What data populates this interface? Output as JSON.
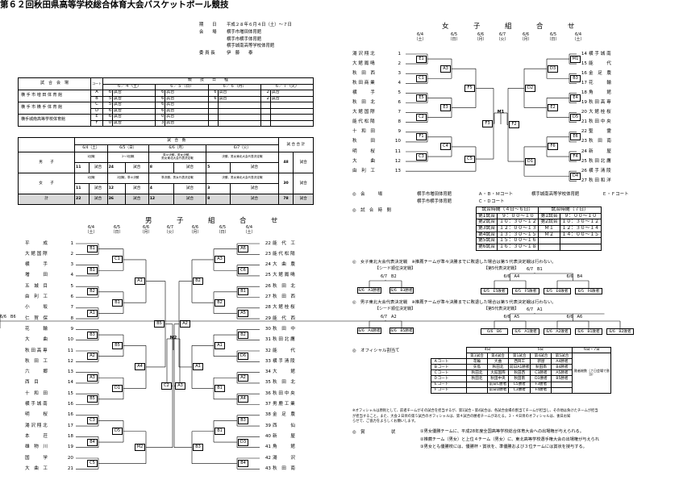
{
  "title": "第６２回秋田県高等学校総合体育大会バスケットボール競技",
  "info": [
    {
      "k": "期　　日",
      "v": "平成２８年６月４日（土）～７日"
    },
    {
      "k": "会　　場",
      "v": "横手市増田体育館"
    },
    {
      "k": "",
      "v": "横手市横手体育館"
    },
    {
      "k": "",
      "v": "横手城南高等学校体育館"
    },
    {
      "k": "委 員 長",
      "v": "伊　藤　　泰"
    }
  ],
  "schedule": {
    "venue_header": "試　合　会　場",
    "court_header": "コート",
    "period_header": "競　　技　　日　　程",
    "days": [
      "６／４（土）",
      "６／５（日）",
      "６／６（月）",
      "６／７（火）"
    ],
    "venues": [
      "横 手 市 増 田 体 育 館",
      "横 手 市 横 手 体 育 館",
      "横手城南高等学校体育館"
    ],
    "rows": [
      {
        "court": "A",
        "c": [
          "6",
          "試合",
          "6",
          "試合",
          "6",
          "試合",
          "2",
          "試合"
        ]
      },
      {
        "court": "B",
        "c": [
          "5",
          "試合",
          "6",
          "試合",
          "6",
          "試合",
          "2",
          "試合"
        ]
      },
      {
        "court": "C",
        "c": [
          "5",
          "試合",
          "6",
          "試合",
          "",
          "",
          "",
          ""
        ]
      },
      {
        "court": "D",
        "c": [
          "6",
          "試合",
          "6",
          "試合",
          "",
          "",
          "",
          ""
        ]
      },
      {
        "court": "E",
        "c": [
          "6",
          "試合",
          "0",
          "試合",
          "",
          "",
          "",
          ""
        ]
      },
      {
        "court": "F",
        "c": [
          "0",
          "試合",
          "3",
          "試合",
          "",
          "",
          "",
          ""
        ]
      }
    ],
    "final": "M",
    "final_n": "2",
    "final_unit": "試合"
  },
  "stats": {
    "header": "試　合　数",
    "days": [
      "6/4（土）",
      "6/5（日）",
      "6/6（月）",
      "6/7（火）"
    ],
    "total_header": "試 合 合 計",
    "rows": [
      {
        "label": "男　　子",
        "desc": [
          "1回戦",
          "2～3回戦",
          "準々決勝，男女決勝，\n男女東北大会代表決定戦",
          "決勝，男女東北大会代表決定戦"
        ],
        "n": [
          "11",
          "24",
          "8",
          "5"
        ],
        "total": "48"
      },
      {
        "label": "女　　子",
        "desc": [
          "1回戦",
          "2回戦，準々決勝",
          "準決勝，男女代表決定戦",
          "決勝，男女東北大会代表決定戦"
        ],
        "n": [
          "11",
          "12",
          "4",
          "3"
        ],
        "total": "30"
      },
      {
        "label": "計",
        "n": [
          "22",
          "36",
          "12",
          "8"
        ],
        "total": "78"
      }
    ],
    "unit": "試合"
  },
  "boys": {
    "title": "男　子　組　合　せ",
    "dates": [
      {
        "d": "6/4",
        "w": "（土）"
      },
      {
        "d": "6/5",
        "w": "（日）"
      },
      {
        "d": "6/6",
        "w": "（月）"
      },
      {
        "d": "6/7",
        "w": "（火）"
      },
      {
        "d": "6/6",
        "w": "（月）"
      },
      {
        "d": "6/5",
        "w": "（日）"
      },
      {
        "d": "6/4",
        "w": "（土）"
      }
    ],
    "left": [
      {
        "name": "平　　　成",
        "n": "1"
      },
      {
        "name": "大 館 国 際",
        "n": "2"
      },
      {
        "name": "横　　　手",
        "n": "3"
      },
      {
        "name": "増　　　田",
        "n": "4"
      },
      {
        "name": "五　城　目",
        "n": "5"
      },
      {
        "name": "由　利　工",
        "n": "6"
      },
      {
        "name": "小　　　坂",
        "n": "7"
      },
      {
        "name": "仁　賀　保",
        "n": "8"
      },
      {
        "name": "花　　　輪",
        "n": "9"
      },
      {
        "name": "大　　　曲",
        "n": "10"
      },
      {
        "name": "秋 田 高 専",
        "n": "11"
      },
      {
        "name": "秋　田　工",
        "n": "12"
      },
      {
        "name": "六　　　郷",
        "n": "13"
      },
      {
        "name": "西　目",
        "n": "14"
      },
      {
        "name": "十　和　田",
        "n": "15"
      },
      {
        "name": "横 手 城 南",
        "n": "16"
      },
      {
        "name": "明　　　桜",
        "n": "16"
      },
      {
        "name": "湯 沢 翔 北",
        "n": "17"
      },
      {
        "name": "本　　　荘",
        "n": "18"
      },
      {
        "name": "雄　物　川",
        "n": "19"
      },
      {
        "name": "国　　　学",
        "n": "20"
      },
      {
        "name": "大　曲　工",
        "n": "21"
      }
    ],
    "right": [
      {
        "n": "22",
        "name": "能　代　工"
      },
      {
        "n": "23",
        "name": "能 代 松 陽"
      },
      {
        "n": "24",
        "name": "大　曲　農"
      },
      {
        "n": "25",
        "name": "大 館 鳳 鳴"
      },
      {
        "n": "26",
        "name": "秋　田　北"
      },
      {
        "n": "27",
        "name": "秋　田　西"
      },
      {
        "n": "28",
        "name": "大 館 桂 桜"
      },
      {
        "n": "29",
        "name": "能　代　西"
      },
      {
        "n": "30",
        "name": "秋　田　中"
      },
      {
        "n": "31",
        "name": "秋 田 北 鷹"
      },
      {
        "n": "32",
        "name": "能　　　代"
      },
      {
        "n": "33",
        "name": "横 手 清 陵"
      },
      {
        "n": "34",
        "name": "大　　　館"
      },
      {
        "n": "35",
        "name": "秋　田　北"
      },
      {
        "n": "36",
        "name": "秋 田 中 央"
      },
      {
        "n": "37",
        "name": "男 鹿 工 業"
      },
      {
        "n": "38",
        "name": "金　足　農"
      },
      {
        "n": "39",
        "name": "西　　　仙"
      },
      {
        "n": "40",
        "name": "新　　　屋"
      },
      {
        "n": "41",
        "name": "角　　　館"
      },
      {
        "n": "42",
        "name": "湯　　　沢"
      },
      {
        "n": "43",
        "name": "秋　田　南"
      }
    ],
    "codes": [
      "B1",
      "B1",
      "B2",
      "A1",
      "B3",
      "A2",
      "A3",
      "B5",
      "C3",
      "B4",
      "C5",
      "C1",
      "B1",
      "B5",
      "D1",
      "D5",
      "A1",
      "A4",
      "M2",
      "B5",
      "C2",
      "A6",
      "C6",
      "B1",
      "A5",
      "B2",
      "D6",
      "A2",
      "A4",
      "B3",
      "D3",
      "B4",
      "A3",
      "B2",
      "A1"
    ]
  },
  "girls": {
    "title": "女　子　組　合　せ",
    "dates": [
      {
        "d": "6/4",
        "w": "（土）"
      },
      {
        "d": "6/5",
        "w": "（日）"
      },
      {
        "d": "6/6",
        "w": "（月）"
      },
      {
        "d": "6/7",
        "w": "（火）"
      },
      {
        "d": "6/6",
        "w": "（月）"
      },
      {
        "d": "6/5",
        "w": "（日）"
      },
      {
        "d": "6/4",
        "w": "（土）"
      }
    ],
    "left": [
      {
        "name": "湯 沢 翔 北",
        "n": "1"
      },
      {
        "name": "大 館 鳳 鳴",
        "n": "2"
      },
      {
        "name": "秋　田　西",
        "n": "3"
      },
      {
        "name": "秋 田 商 業",
        "n": "4"
      },
      {
        "name": "横　　　手",
        "n": "5"
      },
      {
        "name": "秋　田　北",
        "n": "6"
      },
      {
        "name": "大 館 国 際",
        "n": "7"
      },
      {
        "name": "能 代 松 陽",
        "n": "8"
      },
      {
        "name": "十　和　田",
        "n": "9"
      },
      {
        "name": "秋　　　田",
        "n": "10"
      },
      {
        "name": "明　　　桜",
        "n": "11"
      },
      {
        "name": "大　　　曲",
        "n": "12"
      },
      {
        "name": "由　利　工",
        "n": "13"
      }
    ],
    "right": [
      {
        "n": "14",
        "name": "横 手 城 南"
      },
      {
        "n": "15",
        "name": "能　　　代"
      },
      {
        "n": "16",
        "name": "金　足　農"
      },
      {
        "n": "17",
        "name": "花　　　輪"
      },
      {
        "n": "18",
        "name": "角　　　館"
      },
      {
        "n": "19",
        "name": "秋 田 高 専"
      },
      {
        "n": "20",
        "name": "大 館 桂 桜"
      },
      {
        "n": "21",
        "name": "秋 田 中 央"
      },
      {
        "n": "22",
        "name": "聖　　　霊"
      },
      {
        "n": "23",
        "name": "秋　田　南"
      },
      {
        "n": "24",
        "name": "新　　　屋"
      },
      {
        "n": "25",
        "name": "秋 田 北 鷹"
      },
      {
        "n": "26",
        "name": "横 手 清 陵"
      },
      {
        "n": "27",
        "name": "秋 田 和 洋"
      }
    ],
    "codes": [
      "E1",
      "C1",
      "E5",
      "C2",
      "F1",
      "C3",
      "A3",
      "E3",
      "C4",
      "F5",
      "C5",
      "F3",
      "M1",
      "B3",
      "E4",
      "D5",
      "E6",
      "F4",
      "D4",
      "D3",
      "E2",
      "F6",
      "D2",
      "D1",
      "F2"
    ]
  },
  "venues_note": [
    {
      "k": "◎　会　　　場",
      "v": "横手市増田体育館",
      "c": "Ａ・Ｂ・Ｍコート",
      "v2": "横手城南高等学校体育館",
      "c2": "Ｅ・Ｆコート"
    },
    {
      "k": "",
      "v": "横手市横手体育館",
      "c": "Ｃ・Ｄコート"
    }
  ],
  "time_note": {
    "k": "◎　試　合　時　間",
    "h1": "試合時間（４日～６日）",
    "h2": "試合時間（７日）",
    "rows": [
      [
        "第1試合",
        "９：００～１０",
        "第1試合",
        "９：００～１０"
      ],
      [
        "第2試合",
        "１０：３０～１２",
        "第2試合",
        "１０：３０～１２"
      ],
      [
        "第3試合",
        "１２：００～１３",
        "Ｍ１",
        "１２：３０～１４"
      ],
      [
        "第4試合",
        "１３：３０～１５",
        "Ｍ２",
        "１４：００～１５"
      ],
      [
        "第5試合",
        "１５：００～１６",
        "",
        ""
      ],
      [
        "第6試合",
        "１６：３０～１８",
        "",
        ""
      ]
    ]
  },
  "girls_rep": {
    "head": "◎　女子東北大会代表決定戦　※推薦チームが準々決勝までに敗退した場合は第５代表決定戦は行わない。",
    "sub1": "【シード順位決定戦】",
    "sub2": "【第5代表決定戦】",
    "a": [
      "6/7　B2",
      "6/6　A3勝者",
      "6/6　B3勝者"
    ],
    "b": [
      "6/7　B1",
      "6/6　A4",
      "6/6　B4",
      "6/5　E5敗者",
      "6/5　F5敗者",
      "6/5　E6敗者",
      "6/5　F6敗者"
    ]
  },
  "boys_rep": {
    "head": "◎　男子東北大会代表決定戦　※推薦チームが準々決勝までに敗退した場合は第５代表決定戦は行わない。",
    "sub1": "【シード順位決定戦】",
    "sub2": "【第5代表決定戦】",
    "a": [
      "6/7　A2",
      "6/6　A4勝者",
      "6/6　B5勝者"
    ],
    "b": [
      "6/7　A1",
      "6/6　A5",
      "6/6　A6",
      "6/6　B6",
      "6/6　A1敗者",
      "6/6　A2敗者",
      "6/6　B1敗者",
      "6/6　B2敗者"
    ]
  },
  "officials": {
    "k": "◎　オフィシャル割当て",
    "days": [
      "4日",
      "5日",
      "6日・7日"
    ],
    "sub": [
      "第1試合",
      "第4試合",
      "第1試合",
      "第4試合",
      "第5試合"
    ],
    "rows": [
      [
        "Ａコート",
        "花輪",
        "大曲",
        "西目工",
        "新屋",
        "A4勝者"
      ],
      [
        "Ｂコート",
        "矢島",
        "秋田北",
        "前日A1勝者",
        "秋田南",
        "B4勝者"
      ],
      [
        "Ｃコート",
        "秋田北",
        "大館国際",
        "秋田西",
        "C3勝者",
        "A5勝者"
      ],
      [
        "Ｄコート",
        "秋田北",
        "秋田中央",
        "秋田南",
        "D3勝者",
        "B5勝者"
      ],
      [
        "Ｅコート",
        "",
        "前日C勝者",
        "C5勝者",
        "F3勝者",
        ""
      ],
      [
        "Ｆコート",
        "",
        "前日D勝者",
        "C3勝者",
        "F4勝者",
        ""
      ]
    ],
    "extra": "敗者総数（７日会場で割当）"
  },
  "footnote": [
    "※オフィシャルは原則として、前者チームがその試合を担当するが、第1試合・第4試合は、各試合会場の割当てチームが担当し、その他は負けたチームが担当",
    "が担当すること。また、大会２日目の第５試合のオフィシャルは、第４試合の勝者チームがあたる。３・４日目のオフィシャルは、後日お知",
    "らせで、ご協力をよろしくお願いします。"
  ],
  "awards": {
    "k": "◎　賞　　　　　　状",
    "lines": [
      "①男女優勝チームに、平成28年度全国高等学校総合体育大会への出場権が与えられる。",
      "②推薦チーム（男女）と上位４チーム（男女）に、東北高等学校選手権大会の出場権が与えられ",
      "③男女とも優勝校には、優勝杯・賞状を、準優勝および３位チームには賞状を授与する。"
    ]
  }
}
